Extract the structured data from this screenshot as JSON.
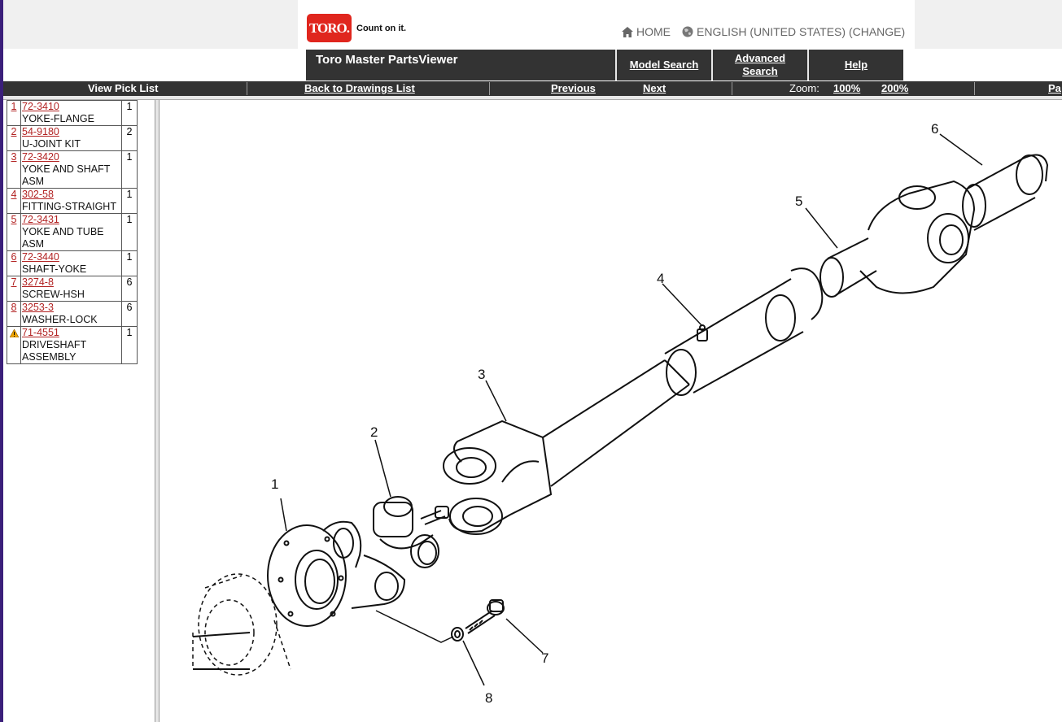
{
  "header": {
    "logo_text": "TORO.",
    "tagline": "Count on it.",
    "home_label": "HOME",
    "language_label": "ENGLISH (UNITED STATES) (CHANGE)",
    "app_title": "Toro Master PartsViewer",
    "nav": {
      "model_search": "Model Search",
      "advanced_search": "Advanced Search",
      "help": "Help"
    }
  },
  "toolbar": {
    "view_pick_list": "View Pick List",
    "back_to_drawings": "Back to Drawings List",
    "previous": "Previous",
    "next": "Next",
    "zoom_label": "Zoom:",
    "zoom_100": "100%",
    "zoom_200": "200%",
    "page_partial": "Pa"
  },
  "parts": [
    {
      "ref": "1",
      "part_no": "72-3410",
      "desc": "YOKE-FLANGE",
      "qty": "1"
    },
    {
      "ref": "2",
      "part_no": "54-9180",
      "desc": "U-JOINT KIT",
      "qty": "2"
    },
    {
      "ref": "3",
      "part_no": "72-3420",
      "desc": "YOKE AND SHAFT ASM",
      "qty": "1"
    },
    {
      "ref": "4",
      "part_no": "302-58",
      "desc": "FITTING-STRAIGHT",
      "qty": "1"
    },
    {
      "ref": "5",
      "part_no": "72-3431",
      "desc": "YOKE AND TUBE ASM",
      "qty": "1"
    },
    {
      "ref": "6",
      "part_no": "72-3440",
      "desc": "SHAFT-YOKE",
      "qty": "1"
    },
    {
      "ref": "7",
      "part_no": "3274-8",
      "desc": "SCREW-HSH",
      "qty": "6"
    },
    {
      "ref": "8",
      "part_no": "3253-3",
      "desc": "WASHER-LOCK",
      "qty": "6"
    },
    {
      "ref": "",
      "part_no": "71-4551",
      "desc": "DRIVESHAFT ASSEMBLY",
      "qty": "1",
      "warning": true
    }
  ],
  "drawing": {
    "callouts": [
      "1",
      "2",
      "3",
      "4",
      "5",
      "6",
      "7",
      "8"
    ]
  },
  "colors": {
    "brand_red": "#e0261e",
    "dark_bar": "#333333",
    "link_red": "#b22222",
    "accent_purple": "#3b1f7a"
  }
}
